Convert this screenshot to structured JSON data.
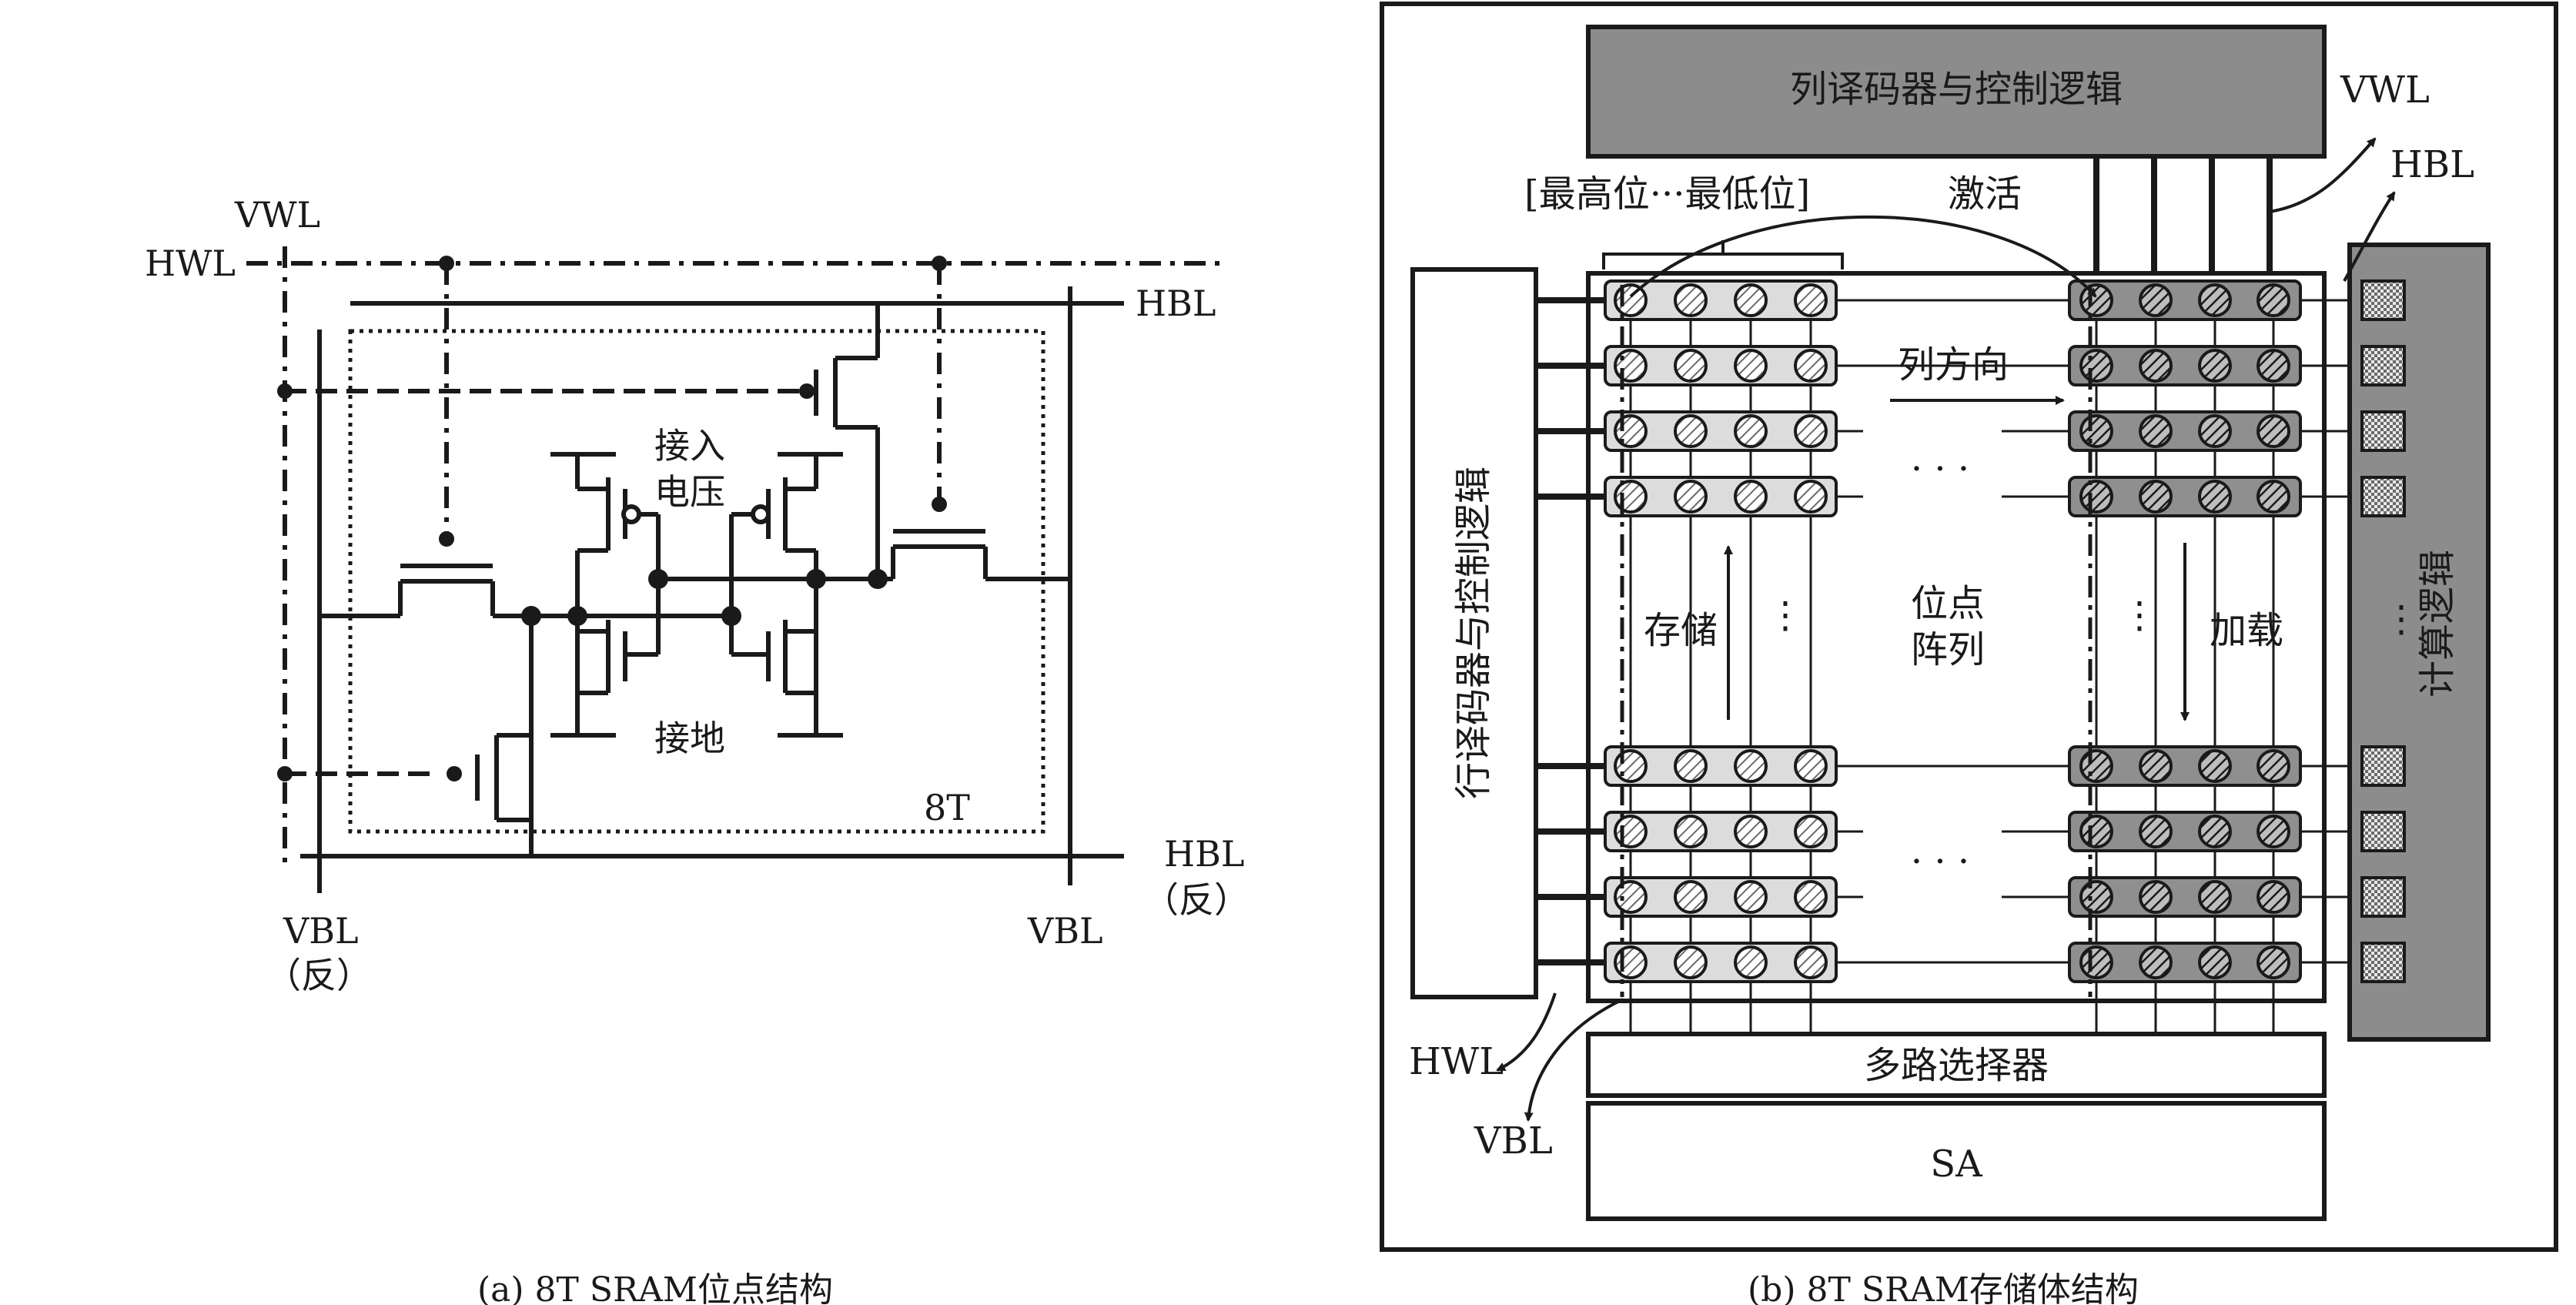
{
  "panel_a": {
    "caption": "(a)  8T SRAM位点结构",
    "vwl": "VWL",
    "hwl": "HWL",
    "hbl_top": "HBL",
    "hbl_bottom": "HBL",
    "hbl_bottom_inv": "（反）",
    "vbl_left": "VBL",
    "vbl_left_inv": "（反）",
    "vbl_right": "VBL",
    "access_line1": "接入",
    "access_line2": "电压",
    "ground": "接地",
    "cell_label": "8T"
  },
  "panel_b": {
    "caption": "(b)  8T SRAM存储体结构",
    "col_decoder": "列译码器与控制逻辑",
    "row_decoder": "行译码器与控制逻辑",
    "compute_logic": "计算逻辑",
    "mux": "多路选择器",
    "sa": "SA",
    "vwl": "VWL",
    "hbl": "HBL",
    "hwl": "HWL",
    "vbl": "VBL",
    "bit_order": "[最高位···最低位]",
    "activate": "激活",
    "col_direction": "列方向",
    "store": "存储",
    "load": "加载",
    "array_line1": "位点",
    "array_line2": "阵列",
    "ellipsis_h": "· · ·",
    "ellipsis_v": "⋮"
  },
  "colors": {
    "stroke": "#1a1a1a",
    "header_gray": "#8c8c8c",
    "light_group": "#dcdcdc",
    "dark_group": "#8f8f8f"
  }
}
